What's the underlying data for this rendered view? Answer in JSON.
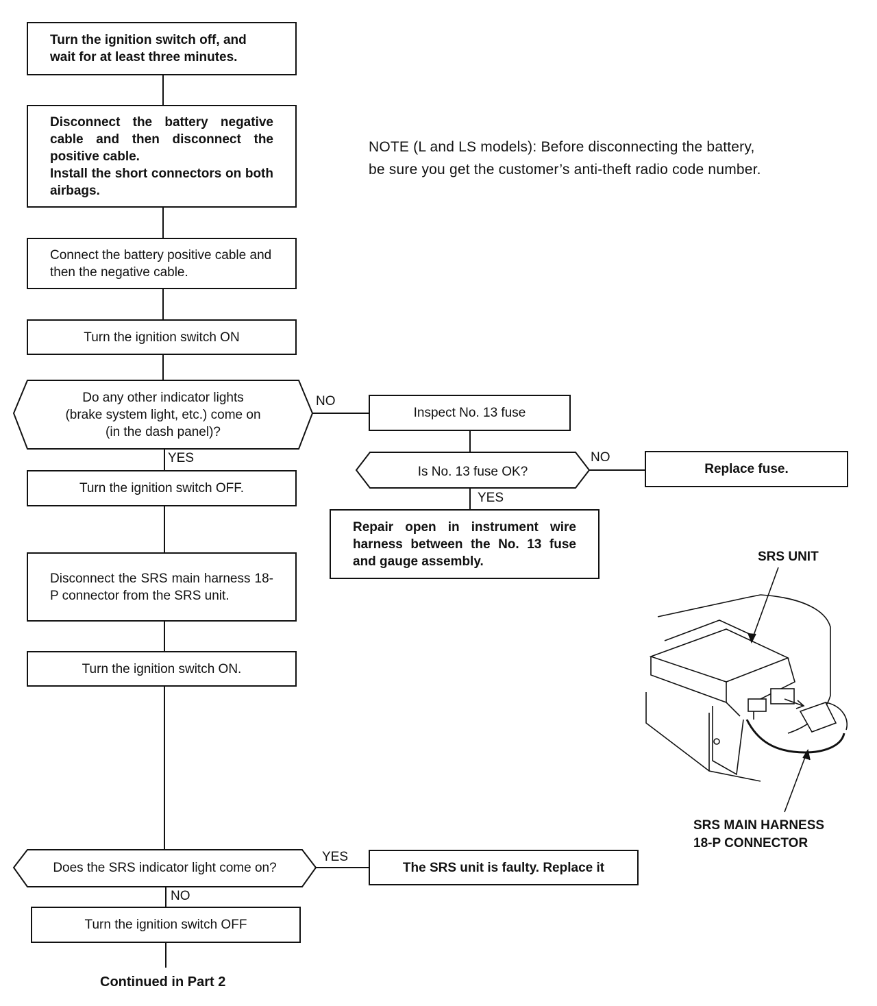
{
  "steps": {
    "s1": "Turn the ignition switch off, and wait for at least three minutes.",
    "s2": "Disconnect the battery negative cable and then disconnect the positive cable.\nInstall the short connectors on both airbags.",
    "s3": "Connect the battery positive cable and then the negative cable.",
    "s4": "Turn the ignition switch ON",
    "q1": "Do any other indicator lights\n(brake system light, etc.) come on\n(in the dash panel)?",
    "s5": "Turn the ignition switch OFF.",
    "s6": "Disconnect the SRS main harness 18-P connector from the SRS unit.",
    "s7": "Turn the ignition switch ON.",
    "q2": "Does the SRS indicator light come on?",
    "s8": "Turn the ignition switch OFF",
    "fuse": "Inspect No. 13 fuse",
    "q3": "Is No. 13 fuse OK?",
    "replace": "Replace fuse.",
    "repair": "Repair open in instrument wire harness between the No. 13 fuse and gauge assembly.",
    "faulty": "The SRS unit is faulty. Replace it"
  },
  "labels": {
    "yes": "YES",
    "no": "NO"
  },
  "note": "NOTE (L and LS models): Before disconnecting the battery,\nbe sure you get the customer’s anti-theft radio code number.",
  "continued": "Continued in Part 2",
  "figure": {
    "unit_label": "SRS UNIT",
    "connector_label": "SRS MAIN HARNESS\n18-P CONNECTOR"
  }
}
